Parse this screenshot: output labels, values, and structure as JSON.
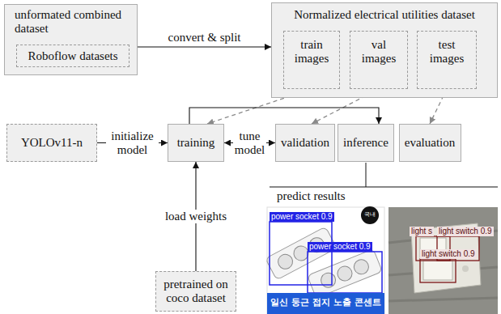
{
  "diagram": {
    "nodes": [
      {
        "text": [
          "unformated combined dataset"
        ]
      },
      {
        "text": [
          "Roboflow datasets"
        ],
        "in": 0
      },
      {
        "text": [
          "Normalized electrical utilities dataset"
        ]
      },
      {
        "text": [
          "train images"
        ],
        "in": 2
      },
      {
        "text": [
          "val images"
        ],
        "in": 2
      },
      {
        "text": [
          "test images"
        ],
        "in": 2
      },
      {
        "text": [
          "YOLOv11-n"
        ]
      },
      {
        "text": [
          "training"
        ]
      },
      {
        "text": [
          "validation"
        ]
      },
      {
        "text": [
          "inference"
        ]
      },
      {
        "text": [
          "evaluation"
        ]
      },
      {
        "text": [
          "pretrained on coco dataset"
        ]
      }
    ],
    "edges": [
      {
        "from": 1,
        "to": 0,
        "arrow": "to"
      },
      {
        "from": 0,
        "to": 2,
        "arrow": "to",
        "label": "convert & split"
      },
      {
        "from": 3,
        "to": 7,
        "arrow": "to"
      },
      {
        "from": 4,
        "to": 8,
        "arrow": "to"
      },
      {
        "from": 5,
        "to": 10,
        "arrow": "to"
      },
      {
        "from": 6,
        "to": 7,
        "arrow": "to",
        "label": "initialize model"
      },
      {
        "from": 7,
        "to": 8,
        "arrow": "both",
        "label": "tune model"
      },
      {
        "from": 7,
        "to": 9,
        "arrow": "to"
      },
      {
        "from": 11,
        "to": 7,
        "arrow": "to",
        "label": "load weights"
      }
    ],
    "labels": [
      "predict results",
      "power socket 0.9",
      "power socket 0.9",
      "국내",
      "일신 둥근 접지 노출 콘센트",
      "light s",
      "light switch 0.9",
      "light switch 0.9"
    ]
  }
}
